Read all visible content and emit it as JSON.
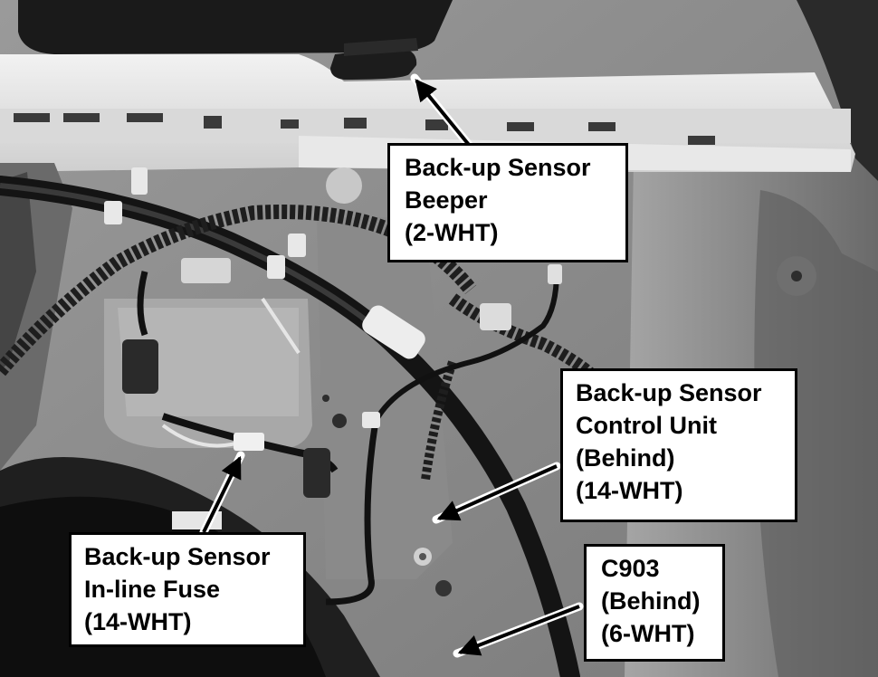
{
  "photo": {
    "subject": "vehicle-rear-interior-panel-wiring-photo"
  },
  "callouts": {
    "beeper": {
      "lines": [
        "Back-up Sensor",
        "Beeper",
        "(2-WHT)"
      ]
    },
    "control_unit": {
      "lines": [
        "Back-up Sensor",
        "Control Unit",
        "(Behind)",
        "(14-WHT)"
      ]
    },
    "c903": {
      "lines": [
        "C903",
        "(Behind)",
        "(6-WHT)"
      ]
    },
    "fuse": {
      "lines": [
        "Back-up Sensor",
        "In-line Fuse",
        "(14-WHT)"
      ]
    }
  },
  "colors": {
    "callout_background": "#ffffff",
    "callout_text": "#000000",
    "arrow": "#000000"
  },
  "icons": {
    "pointer": "leader-arrow-icon"
  }
}
